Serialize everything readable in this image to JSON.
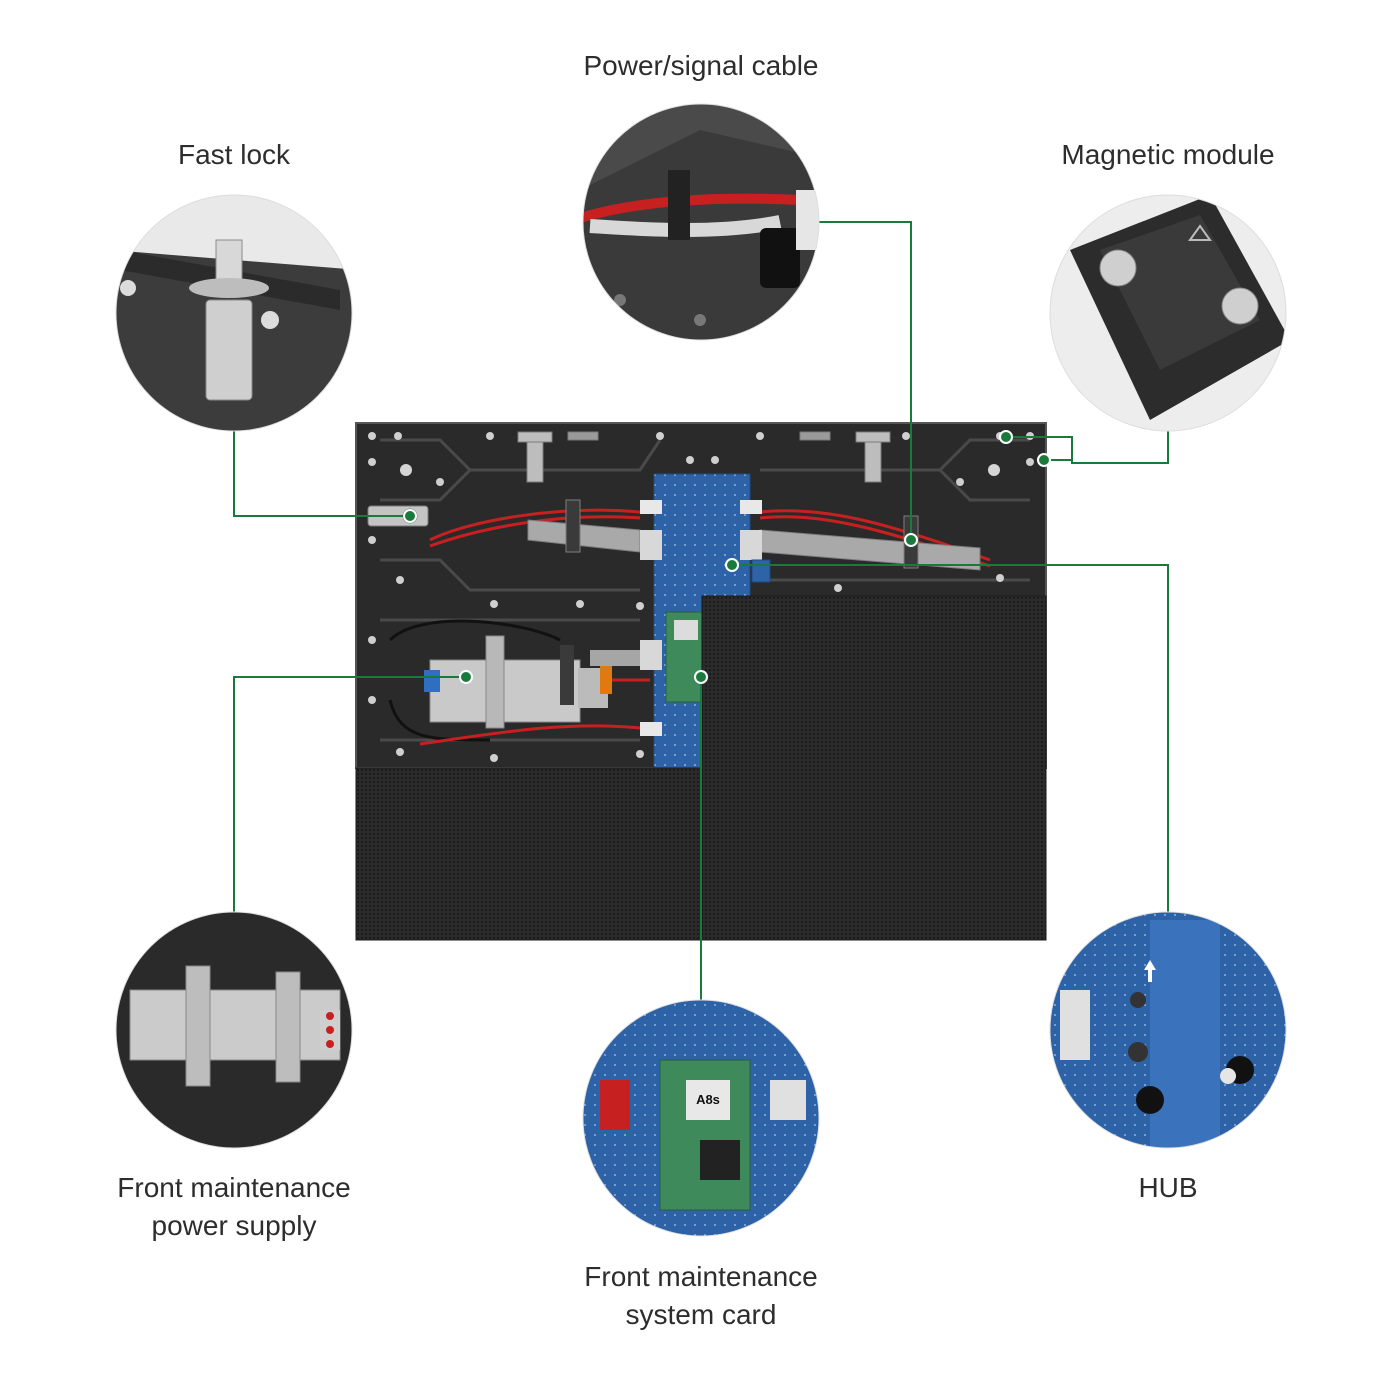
{
  "labels": {
    "power_signal_cable": "Power/signal cable",
    "fast_lock": "Fast lock",
    "magnetic_module": "Magnetic module",
    "front_power_supply_line1": "Front maintenance",
    "front_power_supply_line2": "power supply",
    "hub": "HUB",
    "front_system_card_line1": "Front maintenance",
    "front_system_card_line2": "system card"
  },
  "components": {
    "system_card_model": "A8s"
  },
  "colors": {
    "connector_line": "#1a7a3c",
    "cabinet_body": "#2a2a2a",
    "led_module": "#2b2a2a",
    "pcb_blue": "#2e63a8",
    "cable_red": "#c62020",
    "text": "#2d2d2d"
  }
}
